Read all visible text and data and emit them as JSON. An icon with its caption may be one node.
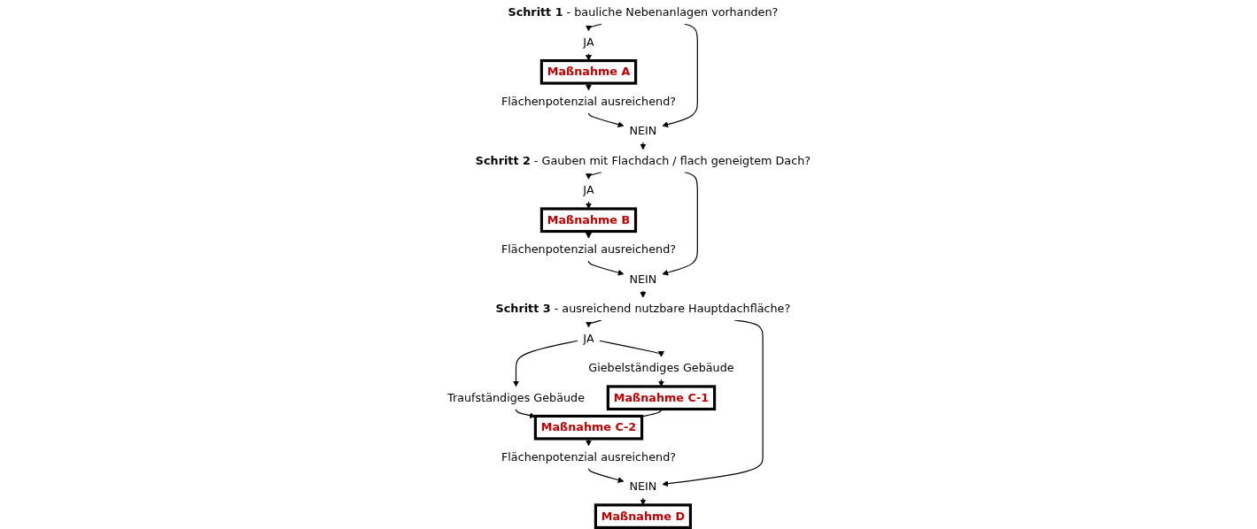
{
  "diagram": {
    "nodes": [
      {
        "text": [
          "**Schritt 1** - bauliche Nebenanlagen vorhanden?"
        ]
      },
      {
        "text": [
          "JA"
        ]
      },
      {
        "text": [
          "Maßnahme A"
        ]
      },
      {
        "text": [
          "Flächenpotenzial ausreichend?"
        ]
      },
      {
        "text": [
          "NEIN"
        ]
      },
      {
        "text": [
          "**Schritt 2** - Gauben mit Flachdach / flach geneigtem Dach?"
        ]
      },
      {
        "text": [
          "JA"
        ]
      },
      {
        "text": [
          "Maßnahme B"
        ]
      },
      {
        "text": [
          "Flächenpotenzial ausreichend?"
        ]
      },
      {
        "text": [
          "NEIN"
        ]
      },
      {
        "text": [
          "**Schritt 3** - ausreichend nutzbare Hauptdachfläche?"
        ]
      },
      {
        "text": [
          "JA"
        ]
      },
      {
        "text": [
          "Giebelständiges Gebäude"
        ]
      },
      {
        "text": [
          "Maßnahme C-1"
        ]
      },
      {
        "text": [
          "Traufständiges Gebäude"
        ]
      },
      {
        "text": [
          "Maßnahme C-2"
        ]
      },
      {
        "text": [
          "Flächenpotenzial ausreichend?"
        ]
      },
      {
        "text": [
          "NEIN"
        ]
      },
      {
        "text": [
          "Maßnahme D"
        ]
      }
    ],
    "edges": [
      {
        "from": 0,
        "to": 1,
        "arrow": "to"
      },
      {
        "from": 1,
        "to": 2,
        "arrow": "to"
      },
      {
        "from": 2,
        "to": 3,
        "arrow": "to"
      },
      {
        "from": 3,
        "to": 4,
        "arrow": "to"
      },
      {
        "from": 0,
        "to": 4,
        "arrow": "to"
      },
      {
        "from": 4,
        "to": 5,
        "arrow": "to"
      },
      {
        "from": 5,
        "to": 6,
        "arrow": "to"
      },
      {
        "from": 6,
        "to": 7,
        "arrow": "to"
      },
      {
        "from": 7,
        "to": 8,
        "arrow": "to"
      },
      {
        "from": 8,
        "to": 9,
        "arrow": "to"
      },
      {
        "from": 5,
        "to": 9,
        "arrow": "to"
      },
      {
        "from": 9,
        "to": 10,
        "arrow": "to"
      },
      {
        "from": 10,
        "to": 11,
        "arrow": "to"
      },
      {
        "from": 11,
        "to": 12,
        "arrow": "to"
      },
      {
        "from": 11,
        "to": 14,
        "arrow": "to"
      },
      {
        "from": 12,
        "to": 13,
        "arrow": "to"
      },
      {
        "from": 14,
        "to": 15,
        "arrow": "to"
      },
      {
        "from": 13,
        "to": 15,
        "arrow": "none"
      },
      {
        "from": 15,
        "to": 16,
        "arrow": "to"
      },
      {
        "from": 16,
        "to": 17,
        "arrow": "to"
      },
      {
        "from": 10,
        "to": 17,
        "arrow": "to"
      },
      {
        "from": 17,
        "to": 18,
        "arrow": "to"
      }
    ]
  }
}
